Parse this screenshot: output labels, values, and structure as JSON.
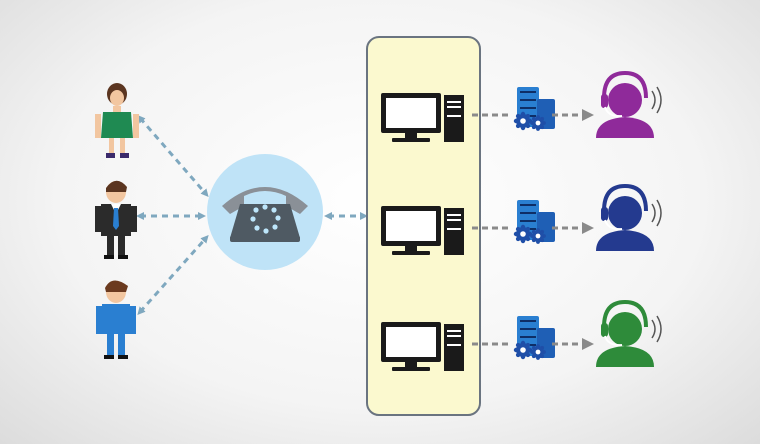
{
  "colors": {
    "background": "#f2f2f2",
    "hub_circle": "#bfe3f7",
    "phone_body": "#4f5a63",
    "phone_handset": "#8a9097",
    "phone_dial": "#bde6fb",
    "panel_fill": "#fbf9cf",
    "panel_stroke": "#6a7480",
    "computer": "#1a1a1a",
    "server": "#2a7fd1",
    "gear": "#1f4fa8",
    "connector": "#7fa8bf",
    "data_arrow": "#8a8a8a",
    "agent_colors": [
      "#8f2a9a",
      "#243a8f",
      "#2e8b3a"
    ]
  },
  "customers": [
    {
      "name": "woman-green-dress",
      "dress": "#1f8a52"
    },
    {
      "name": "man-suit-blue-tie",
      "suit": "#2b2b2b",
      "tie": "#2a7fd1"
    },
    {
      "name": "man-blue-outfit",
      "outfit": "#2a7fd1"
    }
  ],
  "hub": {
    "icon": "telephone-icon"
  },
  "workstations": [
    {
      "icon": "desktop-computer-icon"
    },
    {
      "icon": "desktop-computer-icon"
    },
    {
      "icon": "desktop-computer-icon"
    }
  ],
  "servers": [
    {
      "icon": "server-gear-icon"
    },
    {
      "icon": "server-gear-icon"
    },
    {
      "icon": "server-gear-icon"
    }
  ],
  "agents": [
    {
      "icon": "headset-agent-icon",
      "color": "#8f2a9a"
    },
    {
      "icon": "headset-agent-icon",
      "color": "#243a8f"
    },
    {
      "icon": "headset-agent-icon",
      "color": "#2e8b3a"
    }
  ]
}
